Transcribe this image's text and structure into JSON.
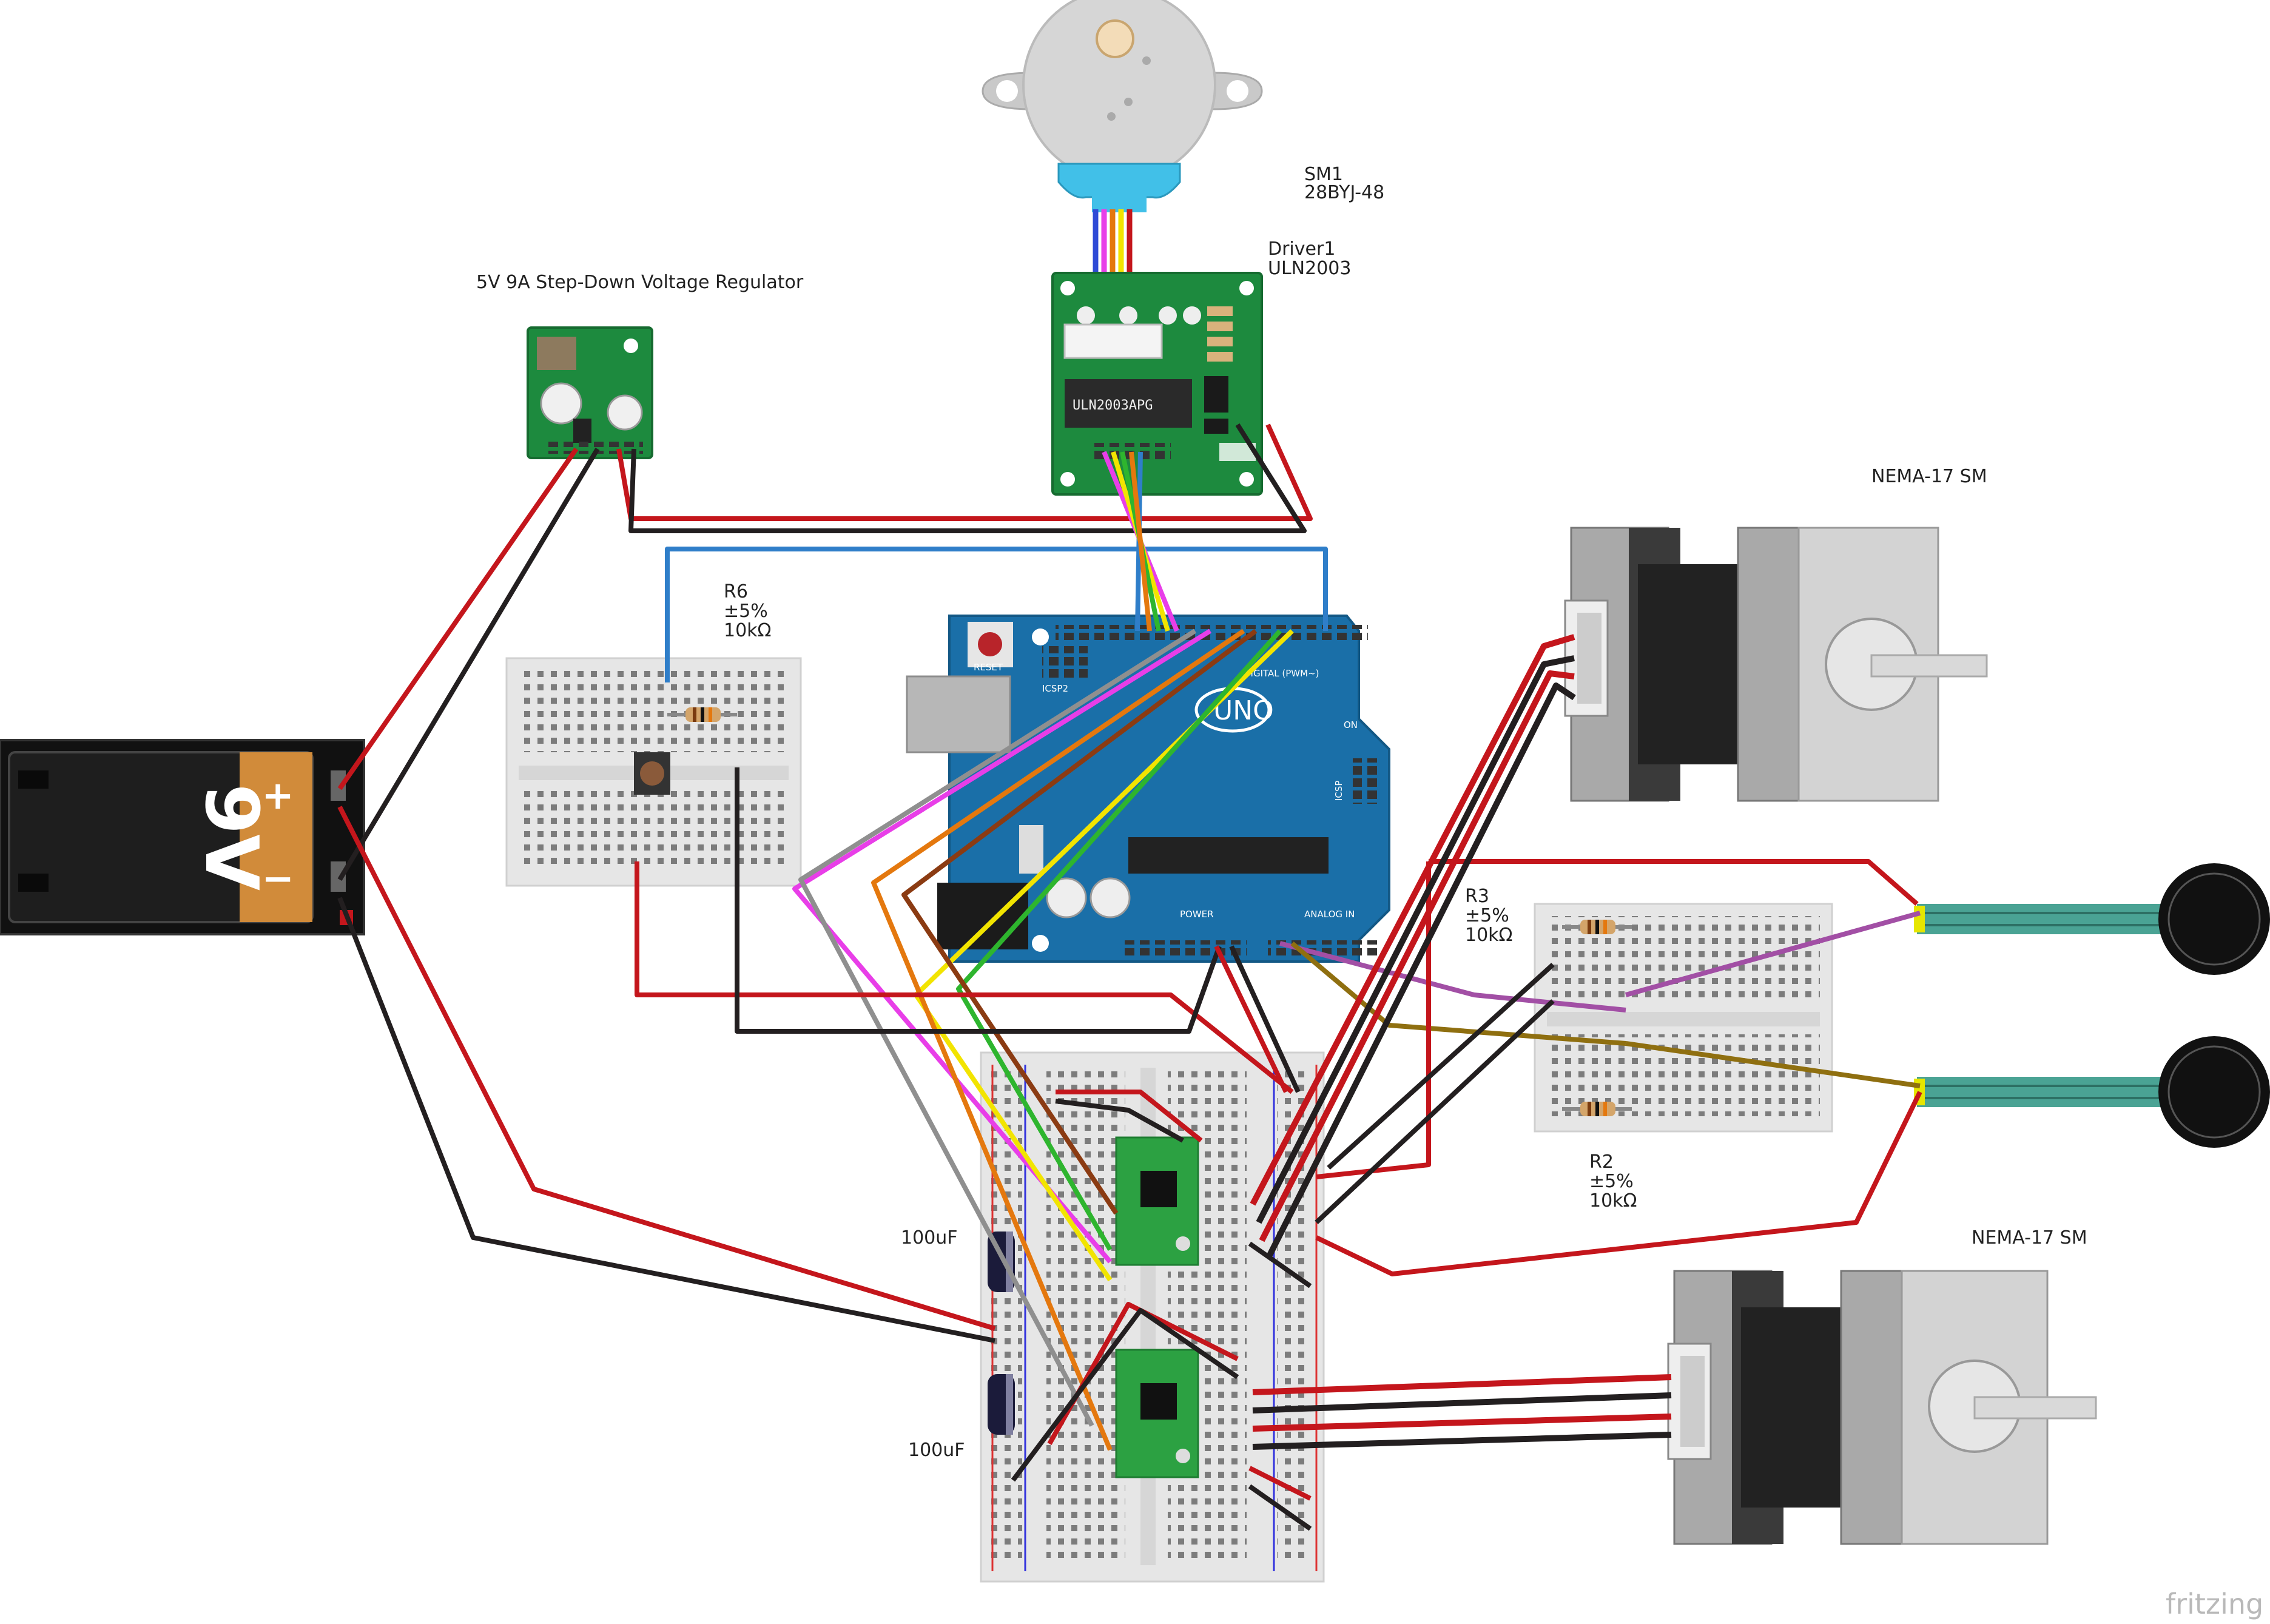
{
  "labels": {
    "regulator": "5V 9A Step-Down Voltage Regulator",
    "sm1_ref": "SM1",
    "sm1_part": "28BYJ-48",
    "driver_ref": "Driver1",
    "driver_part": "ULN2003",
    "driver_chip": "ULN2003APG",
    "r6_ref": "R6",
    "r6_tol": "±5%",
    "r6_val": "10kΩ",
    "r3_ref": "R3",
    "r3_tol": "±5%",
    "r3_val": "10kΩ",
    "r2_ref": "R2",
    "r2_tol": "±5%",
    "r2_val": "10kΩ",
    "nema_top": "NEMA-17 SM",
    "nema_bottom": "NEMA-17 SM",
    "cap_top": "100uF",
    "cap_bottom": "100uF",
    "battery": "9V",
    "battery_plus": "+",
    "battery_minus": "−",
    "arduino_logo": "UNO",
    "arduino_reset": "RESET",
    "arduino_icsp2": "ICSP2",
    "arduino_icsp": "ICSP",
    "arduino_on": "ON",
    "arduino_power": "POWER",
    "arduino_analog": "ANALOG IN",
    "arduino_digital": "DIGITAL (PWM~)",
    "watermark": "fritzing"
  },
  "colors": {
    "wire_red": "#c4161c",
    "wire_black": "#231f20",
    "wire_blue": "#2f7ec9",
    "wire_pink": "#e83ee8",
    "wire_yellow": "#f2e400",
    "wire_green": "#2eb52e",
    "wire_orange": "#e4780e",
    "wire_brown": "#8b3b12",
    "wire_gray": "#8f8f8f",
    "wire_purple": "#a24fa5",
    "wire_olive": "#8f6f10",
    "arduino_blue": "#1a6fa8",
    "pcb_green": "#1d8a3e",
    "breadboard": "#e6e6e6"
  }
}
